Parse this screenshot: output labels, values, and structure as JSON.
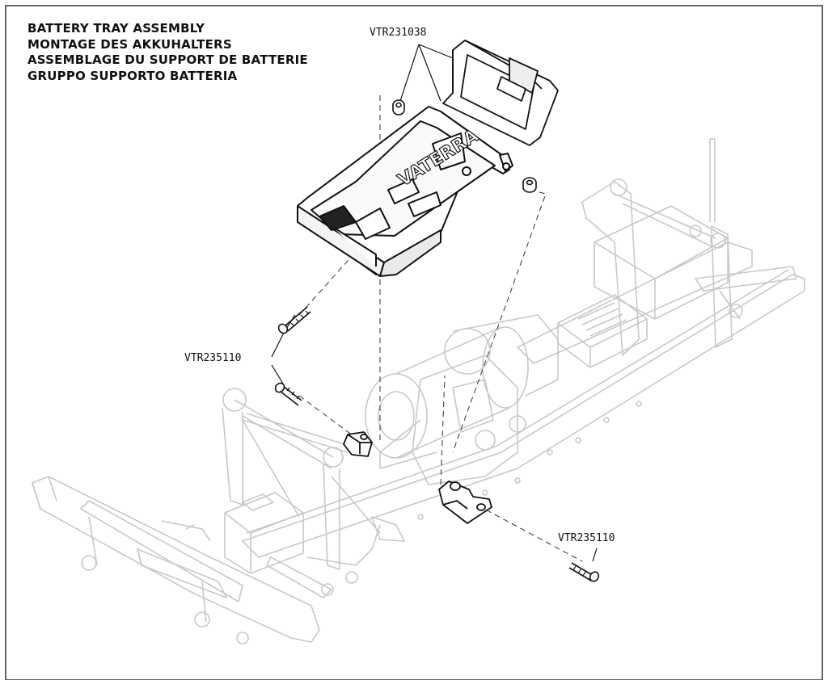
{
  "diagram": {
    "titles": [
      "BATTERY TRAY ASSEMBLY",
      "MONTAGE DES AKKUHALTERS",
      "ASSEMBLAGE DU SUPPORT DE BATTERIE",
      "GRUPPO SUPPORTO BATTERIA"
    ],
    "callouts": {
      "battery_tray_kit": "VTR231038",
      "screw_left": "VTR235110",
      "screw_right": "VTR235110"
    },
    "tray_logo_text": "VATERRA",
    "colors": {
      "line_dark": "#111111",
      "line_ghost": "#c8c8c8",
      "tray_fill": "#ffffff",
      "frame": "#333333"
    }
  }
}
